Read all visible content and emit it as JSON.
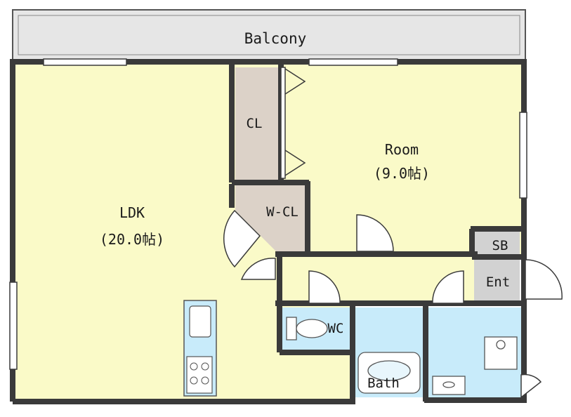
{
  "floor_plan": {
    "rooms": {
      "balcony": {
        "label": "Balcony"
      },
      "ldk": {
        "label": "LDK",
        "size": "(20.0帖)"
      },
      "room": {
        "label": "Room",
        "size": "(9.0帖)"
      },
      "closet": {
        "label": "CL"
      },
      "walk_in_closet": {
        "label": "W-CL"
      },
      "shoe_box": {
        "label": "SB"
      },
      "entrance": {
        "label": "Ent"
      },
      "toilet": {
        "label": "WC"
      },
      "bath": {
        "label": "Bath"
      }
    },
    "colors": {
      "wall": "#3a3a3a",
      "ldk_floor": "#fafac8",
      "closet_floor": "#dcd2c8",
      "wet_area_floor": "#c8ebfa",
      "balcony_floor": "#e6e6e6",
      "entrance_floor": "#d2d2d2"
    }
  }
}
